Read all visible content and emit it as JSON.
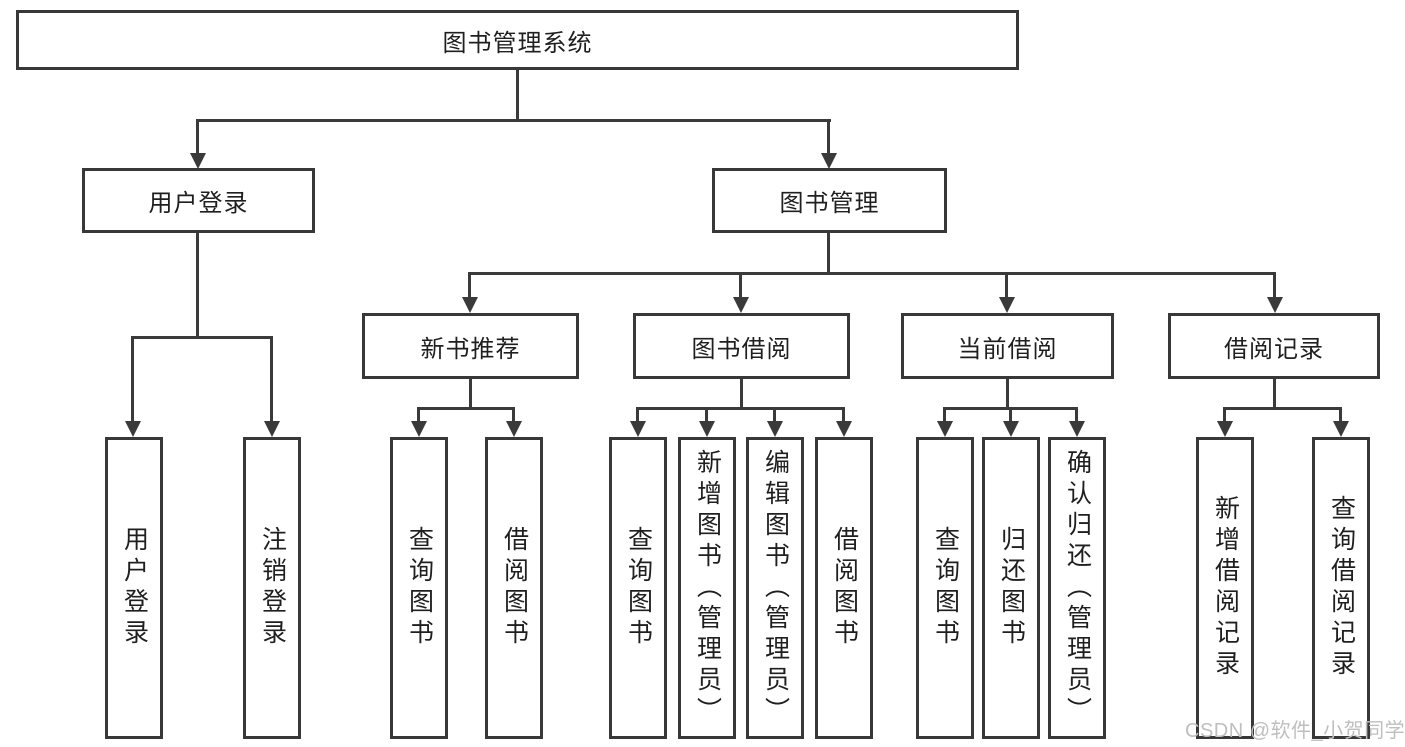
{
  "diagram": {
    "root": "图书管理系统",
    "branches": {
      "user_login": "用户登录",
      "book_mgmt": "图书管理",
      "new_book_rec": "新书推荐",
      "book_borrow": "图书借阅",
      "current_borrow": "当前借阅",
      "borrow_record": "借阅记录"
    },
    "leaves": {
      "user_login": "用户登录",
      "logout": "注销登录",
      "query_book_newrec": "查询图书",
      "borrow_book_newrec": "借阅图书",
      "query_book_borrow": "查询图书",
      "add_book_admin": "新增图书（管理员）",
      "edit_book_admin": "编辑图书（管理员）",
      "borrow_book_borrow": "借阅图书",
      "query_book_current": "查询图书",
      "return_book": "归还图书",
      "confirm_return_admin": "确认归还（管理员）",
      "add_borrow_record": "新增借阅记录",
      "query_borrow_record": "查询借阅记录"
    }
  },
  "watermark": "CSDN @软件_小贺同学",
  "colors": {
    "line": "#3a3a3a",
    "border": "#383838",
    "text": "#1f1f1f",
    "watermark": "#bfbfbf",
    "background": "#ffffff"
  }
}
